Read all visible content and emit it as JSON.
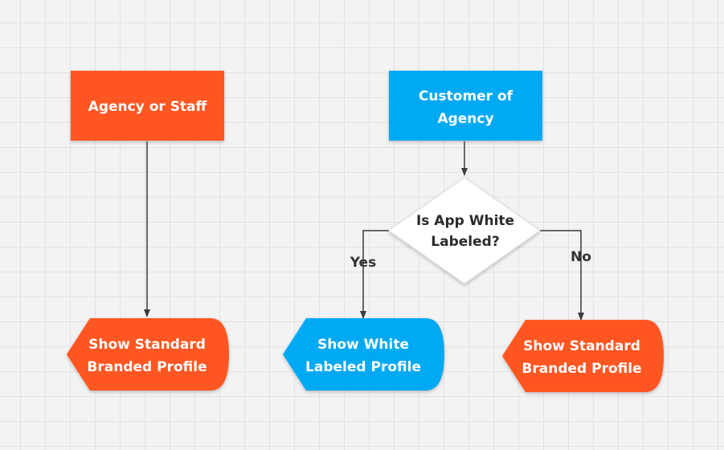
{
  "nodes": {
    "agency_staff": {
      "line1": "Agency or Staff"
    },
    "customer": {
      "line1": "Customer of",
      "line2": "Agency"
    },
    "decision": {
      "line1": "Is App White",
      "line2": "Labeled?"
    },
    "standard_left": {
      "line1": "Show Standard",
      "line2": "Branded Profile"
    },
    "white_labeled": {
      "line1": "Show White",
      "line2": "Labeled Profile"
    },
    "standard_right": {
      "line1": "Show Standard",
      "line2": "Branded Profile"
    }
  },
  "edges": {
    "yes_label": "Yes",
    "no_label": "No"
  },
  "colors": {
    "orange": "#ff5722",
    "blue": "#03a9f4",
    "decision_fill": "#ffffff",
    "connector": "#3a3a3a"
  }
}
